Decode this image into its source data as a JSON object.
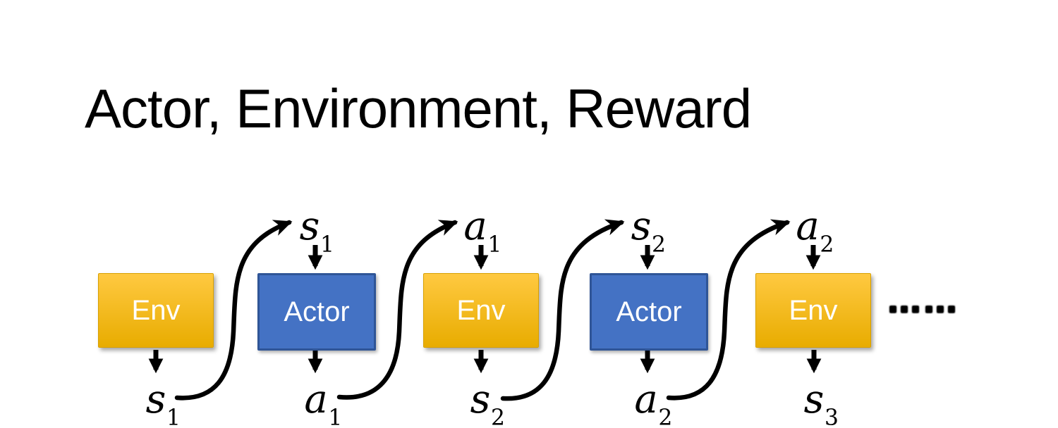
{
  "title": "Actor, Environment, Reward",
  "diagram": {
    "columns": [
      {
        "box": {
          "label": "Env",
          "type": "env"
        },
        "top_label": null,
        "bottom_label": {
          "base": "s",
          "sub": "1"
        }
      },
      {
        "box": {
          "label": "Actor",
          "type": "actor"
        },
        "top_label": {
          "base": "s",
          "sub": "1"
        },
        "bottom_label": {
          "base": "a",
          "sub": "1"
        }
      },
      {
        "box": {
          "label": "Env",
          "type": "env"
        },
        "top_label": {
          "base": "a",
          "sub": "1"
        },
        "bottom_label": {
          "base": "s",
          "sub": "2"
        }
      },
      {
        "box": {
          "label": "Actor",
          "type": "actor"
        },
        "top_label": {
          "base": "s",
          "sub": "2"
        },
        "bottom_label": {
          "base": "a",
          "sub": "2"
        }
      },
      {
        "box": {
          "label": "Env",
          "type": "env"
        },
        "top_label": {
          "base": "a",
          "sub": "2"
        },
        "bottom_label": {
          "base": "s",
          "sub": "3"
        }
      }
    ],
    "ellipsis": "……"
  },
  "theme": {
    "background": "#FFFFFF",
    "title_color": "#000000",
    "env_fill_top": "#FFC941",
    "env_fill_bottom": "#E8AC00",
    "env_border": "#D8A000",
    "actor_fill": "#4472C4",
    "actor_border": "#2F5597",
    "box_text_color": "#FFFFFF",
    "arrow_color": "#000000"
  }
}
